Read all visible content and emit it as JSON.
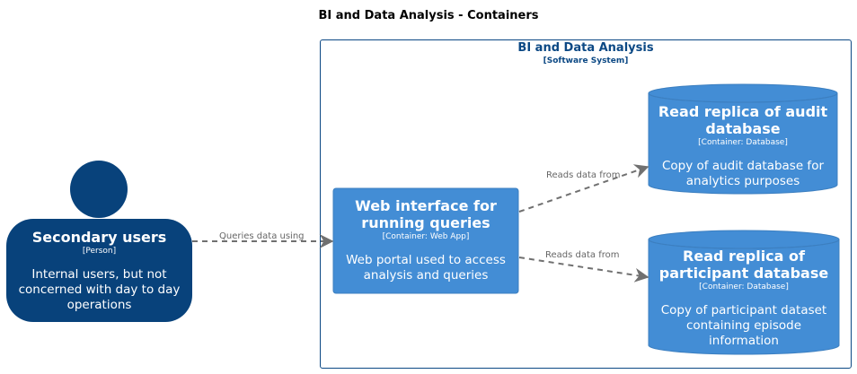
{
  "title": "BI and Data Analysis - Containers",
  "boundary": {
    "name": "BI and Data Analysis",
    "type": "[Software System]"
  },
  "person": {
    "name": "Secondary users",
    "type": "[Person]",
    "description": "Internal users, but not concerned with day to day operations"
  },
  "web": {
    "name": "Web interface for running queries",
    "type": "[Container: Web App]",
    "description": "Web portal used to access analysis and queries"
  },
  "audit_db": {
    "name": "Read replica of audit database",
    "type": "[Container: Database]",
    "description": "Copy of audit database for analytics purposes"
  },
  "participant_db": {
    "name": "Read replica of participant database",
    "type": "[Container: Database]",
    "description": "Copy of participant dataset containing episode information"
  },
  "edges": {
    "person_to_web": "Queries data using",
    "web_to_audit": "Reads data from",
    "web_to_participant": "Reads data from"
  },
  "colors": {
    "person": "#08427b",
    "container": "#438dd5",
    "container_border": "#3c7fc0",
    "edge": "#707070"
  }
}
